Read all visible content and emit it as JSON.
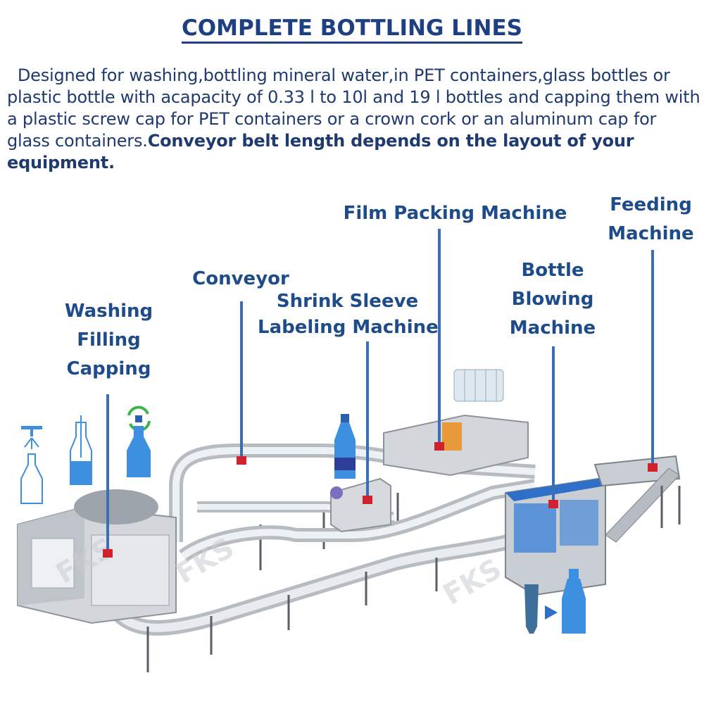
{
  "header": {
    "title": "COMPLETE BOTTLING LINES",
    "description": "Designed for washing,bottling mineral water,in PET containers,glass bottles or plastic bottle with acapacity of 0.33 l to 10l and 19 l bottles and capping them with a plastic screw cap for PET containers or a crown cork or an aluminum cap for glass containers.",
    "description_bold": "Conveyor belt length depends on the layout of your equipment."
  },
  "labels": {
    "washing": [
      "Washing",
      "Filling",
      "Capping"
    ],
    "conveyor": [
      "Conveyor"
    ],
    "shrink": [
      "Shrink Sleeve",
      "Labeling Machine"
    ],
    "film": [
      "Film Packing Machine"
    ],
    "blowing": [
      "Bottle",
      "Blowing",
      "Machine"
    ],
    "feeding": [
      "Feeding",
      "Machine"
    ]
  },
  "watermark": "FKS",
  "colors": {
    "label_text": "#1e4b8a",
    "pointer_line": "#3b6fb5",
    "marker": "#d0222c",
    "bottle_blue": "#3d8fe0",
    "machine_steel": "#c9ced4",
    "blow_machine_blue": "#2f6fc8"
  }
}
